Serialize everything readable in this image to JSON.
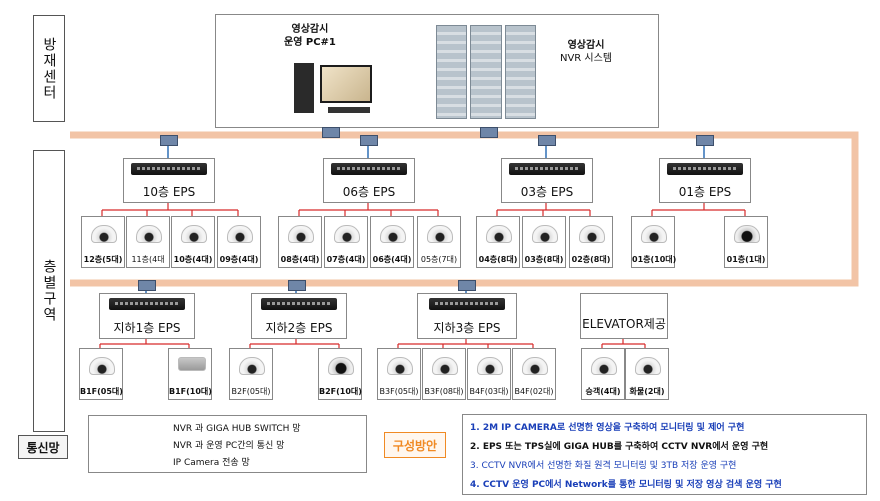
{
  "sidebar": {
    "control_center": "방재센터",
    "floor_zone": "층별구역",
    "network": "통신망",
    "plan": "구성방안"
  },
  "top": {
    "pc_label_line1": "영상감시",
    "pc_label_line2": "운영 PC#1",
    "nvr_label_line1": "영상감시",
    "nvr_label_line2": "NVR 시스템"
  },
  "eps": [
    {
      "label": "10층 EPS"
    },
    {
      "label": "06층 EPS"
    },
    {
      "label": "03층 EPS"
    },
    {
      "label": "01층 EPS"
    },
    {
      "label": "지하1층 EPS"
    },
    {
      "label": "지하2층 EPS"
    },
    {
      "label": "지하3층 EPS"
    },
    {
      "label": "ELEVATOR제공"
    }
  ],
  "cameras": [
    {
      "label": "12층(5대)",
      "bold": true
    },
    {
      "label": "11층(4대",
      "bold": false
    },
    {
      "label": "10층(4대)",
      "bold": true
    },
    {
      "label": "09층(4대)",
      "bold": true
    },
    {
      "label": "08층(4대)",
      "bold": true
    },
    {
      "label": "07층(4대)",
      "bold": true
    },
    {
      "label": "06층(4대)",
      "bold": true
    },
    {
      "label": "05층(7대)",
      "bold": false
    },
    {
      "label": "04층(8대)",
      "bold": true
    },
    {
      "label": "03층(8대)",
      "bold": true
    },
    {
      "label": "02층(8대)",
      "bold": true
    },
    {
      "label": "01층(10대)",
      "bold": true
    },
    {
      "label": "01층(1대)",
      "bold": true
    },
    {
      "label": "B1F(05대)",
      "bold": true
    },
    {
      "label": "B1F(10대)",
      "bold": true
    },
    {
      "label": "B2F(05대)",
      "bold": false
    },
    {
      "label": "B2F(10대)",
      "bold": true
    },
    {
      "label": "B3F(05대)",
      "bold": false
    },
    {
      "label": "B3F(08대)",
      "bold": false
    },
    {
      "label": "B4F(03대)",
      "bold": false
    },
    {
      "label": "B4F(02대)",
      "bold": false
    },
    {
      "label": "승객(4대)",
      "bold": true
    },
    {
      "label": "화물(2대)",
      "bold": true
    }
  ],
  "legend": [
    {
      "text": "NVR 과 GIGA HUB SWITCH 망",
      "color": "#f2c4a6"
    },
    {
      "text": "NVR 과 운영 PC간의  통신 망",
      "color": "#2f6fb5"
    },
    {
      "text": "IP Camera 전송 망",
      "color": "#d62a2a"
    }
  ],
  "plan_items": [
    {
      "text": "1. 2M IP CAMERA로 선명한 영상을 구축하여 모니터링 및 제어 구현",
      "color": "#1a3fb8"
    },
    {
      "text": "2. EPS 또는 TPS실에 GIGA HUB를 구축하여 CCTV NVR에서 운영 구현",
      "color": "#111111"
    },
    {
      "text": "3. CCTV NVR에서 선명한 화질 원격 모니터링 및 3TB 저장 운영 구현",
      "color": "#1a3fb8"
    },
    {
      "text": "4. CCTV 운영 PC에서 Network를 통한 모니터링 및 저장 영상 검색 운영 구현",
      "color": "#1a3fb8"
    }
  ],
  "colors": {
    "backbone": "#f2c4a6",
    "pc_link": "#2f6fb5",
    "cam_link": "#d62a2a",
    "plan_accent": "#f08a24"
  }
}
